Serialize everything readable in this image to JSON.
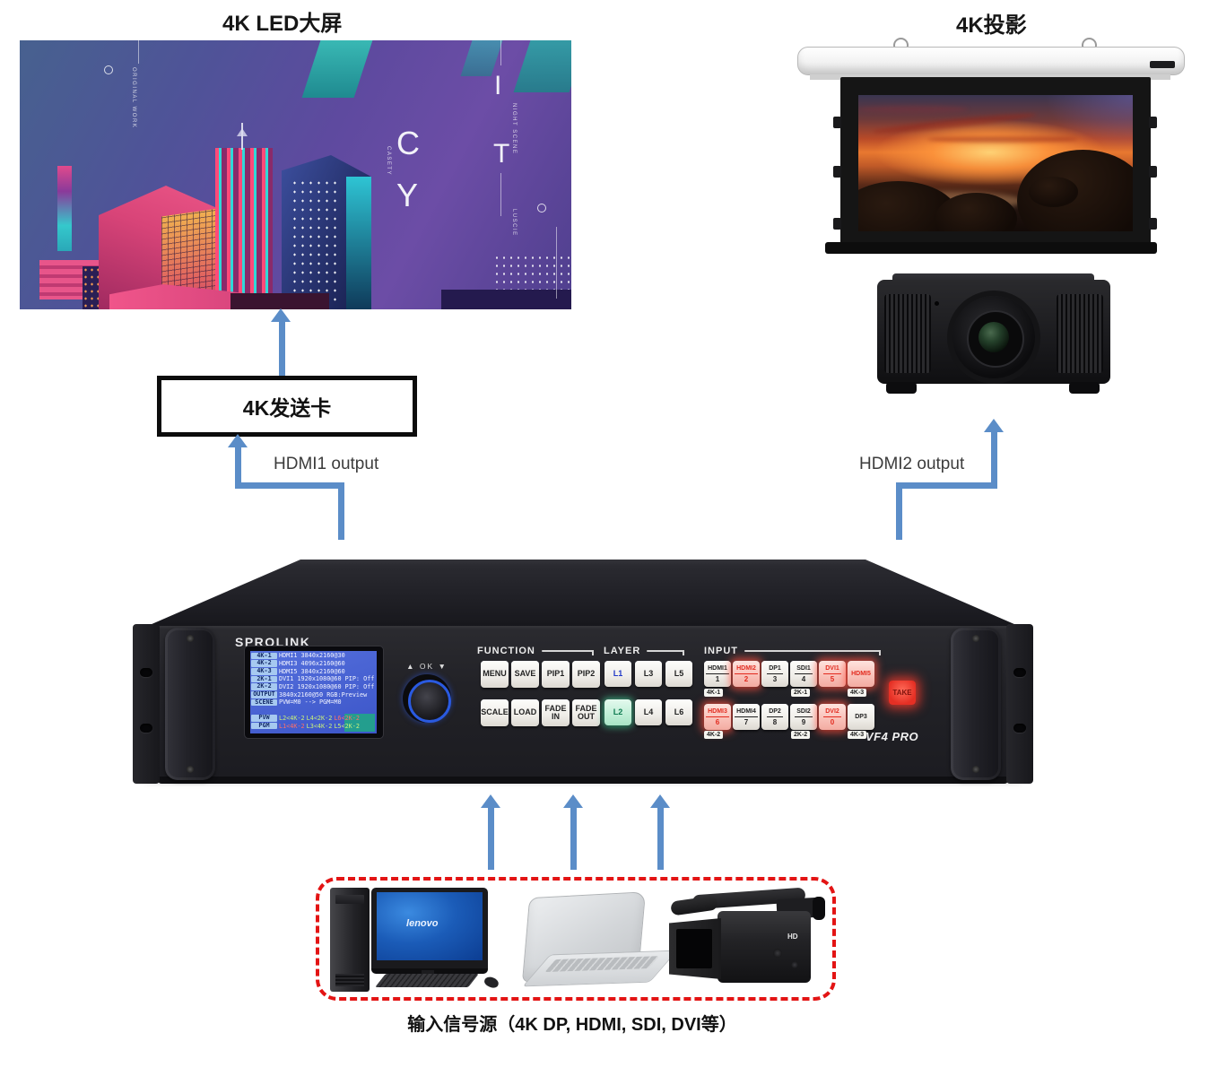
{
  "titles": {
    "led": "4K LED大屏",
    "projector": "4K投影"
  },
  "sender_card_label": "4K发送卡",
  "connections": {
    "hdmi1": "HDMI1 output",
    "hdmi2": "HDMI2 output"
  },
  "sources_label": "输入信号源（4K DP, HDMI, SDI, DVI等）",
  "colors": {
    "arrow": "#5b8dc8",
    "dashed_box": "#e31414",
    "lit_red": "#e22b1f",
    "lcd_blue": "#4a63d6"
  },
  "led_art": {
    "letters": [
      "I",
      "C",
      "T",
      "Y"
    ],
    "side_texts": [
      "ORIGINAL WORK",
      "NIGHT SCENE",
      "CASETY",
      "LUSCIE"
    ]
  },
  "device": {
    "brand": "SPROLINK",
    "model": "VF4 PRO",
    "knob_label": "▲ OK ▼",
    "take_label": "TAKE",
    "lcd_rows": [
      {
        "label": "4K-1",
        "parts": [
          {
            "t": "HDMI1 3840x2160@30",
            "c": "#f2f4ff"
          }
        ]
      },
      {
        "label": "4K-2",
        "parts": [
          {
            "t": "HDMI3 4096x2160@60",
            "c": "#f2f4ff"
          }
        ]
      },
      {
        "label": "4K-3",
        "parts": [
          {
            "t": "HDMI5 3840x2160@60",
            "c": "#f2f4ff"
          }
        ]
      },
      {
        "label": "2K-1",
        "parts": [
          {
            "t": "DVI1 1920x1080@60 PIP: Off",
            "c": "#f2f4ff"
          }
        ]
      },
      {
        "label": "2K-2",
        "parts": [
          {
            "t": "DVI2 1920x1080@60 PIP: Off",
            "c": "#f2f4ff"
          }
        ]
      },
      {
        "label": "OUTPUT",
        "parts": [
          {
            "t": "3840x2160@50 RGB:Preview",
            "c": "#f2f4ff"
          }
        ]
      },
      {
        "label": "SCENE",
        "parts": [
          {
            "t": "PVW=M0 --> PGM=M0",
            "c": "#f2f4ff"
          }
        ]
      },
      {
        "label": "",
        "parts": []
      },
      {
        "label": "PVW",
        "parts": [
          {
            "t": "L2<4K-2",
            "c": "#c8f07a"
          },
          {
            "t": "L4<2K-2",
            "c": "#c8f07a"
          },
          {
            "t": "L6<2K-2",
            "c": "#ff7068"
          }
        ]
      },
      {
        "label": "PGM",
        "parts": [
          {
            "t": "L1<4K-2",
            "c": "#ff7068"
          },
          {
            "t": "L3<4K-2",
            "c": "#c8f07a"
          },
          {
            "t": "L5<2K-2",
            "c": "#c8f07a"
          }
        ]
      }
    ],
    "function": {
      "label": "FUNCTION",
      "keys": [
        {
          "label": "MENU"
        },
        {
          "label": "SAVE"
        },
        {
          "label": "PIP1"
        },
        {
          "label": "PIP2"
        },
        {
          "label": "SCALE"
        },
        {
          "label": "LOAD"
        },
        {
          "label": "FADE\nIN"
        },
        {
          "label": "FADE\nOUT"
        }
      ]
    },
    "layer": {
      "label": "LAYER",
      "keys": [
        {
          "label": "L1",
          "cls": "txt-blue"
        },
        {
          "label": "L3"
        },
        {
          "label": "L5"
        },
        {
          "label": "L2",
          "cls": "lit-green"
        },
        {
          "label": "L4"
        },
        {
          "label": "L6"
        }
      ]
    },
    "input": {
      "label": "INPUT",
      "keys": [
        {
          "name": "HDMI1",
          "num": "1"
        },
        {
          "name": "HDMI2",
          "num": "2",
          "lit": true
        },
        {
          "name": "DP1",
          "num": "3"
        },
        {
          "name": "SDI1",
          "num": "4"
        },
        {
          "name": "DVI1",
          "num": "5",
          "lit": true
        },
        {
          "name": "HDMI5",
          "num": "",
          "lit": true
        },
        {
          "name": "HDMI3",
          "num": "6",
          "lit": true
        },
        {
          "name": "HDMI4",
          "num": "7"
        },
        {
          "name": "DP2",
          "num": "8"
        },
        {
          "name": "SDI2",
          "num": "9"
        },
        {
          "name": "DVI2",
          "num": "0",
          "lit": true
        },
        {
          "name": "DP3",
          "num": ""
        }
      ],
      "strips_row1": [
        "4K-1",
        "2K-1",
        "4K-3"
      ],
      "strips_row2": [
        "4K-2",
        "2K-2",
        "4K-3"
      ]
    }
  },
  "sources": {
    "monitor_brand": "lenovo",
    "camera_badge": "HD"
  }
}
